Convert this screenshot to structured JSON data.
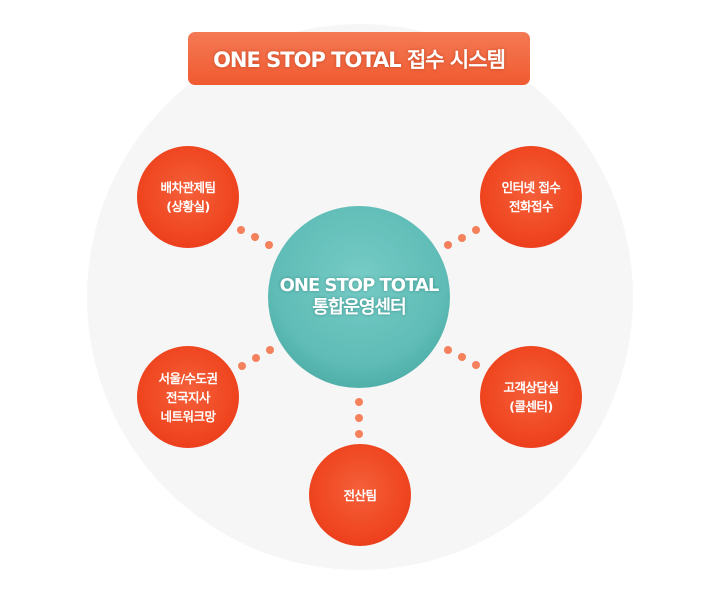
{
  "title": "ONE STOP TOTAL 접수 시스템",
  "center": {
    "line1": "ONE STOP TOTAL",
    "line2": "통합운영센터"
  },
  "nodes": {
    "dispatch": {
      "line1": "배차관제팀",
      "line2": "(상황실)"
    },
    "internet": {
      "line1": "인터넷 접수",
      "line2": "전화접수"
    },
    "network": {
      "line1": "서울/수도권",
      "line2": "전국지사",
      "line3": "네트워크망"
    },
    "customer": {
      "line1": "고객상담실",
      "line2": "(콜센터)"
    },
    "it": {
      "line1": "전산팀"
    }
  }
}
